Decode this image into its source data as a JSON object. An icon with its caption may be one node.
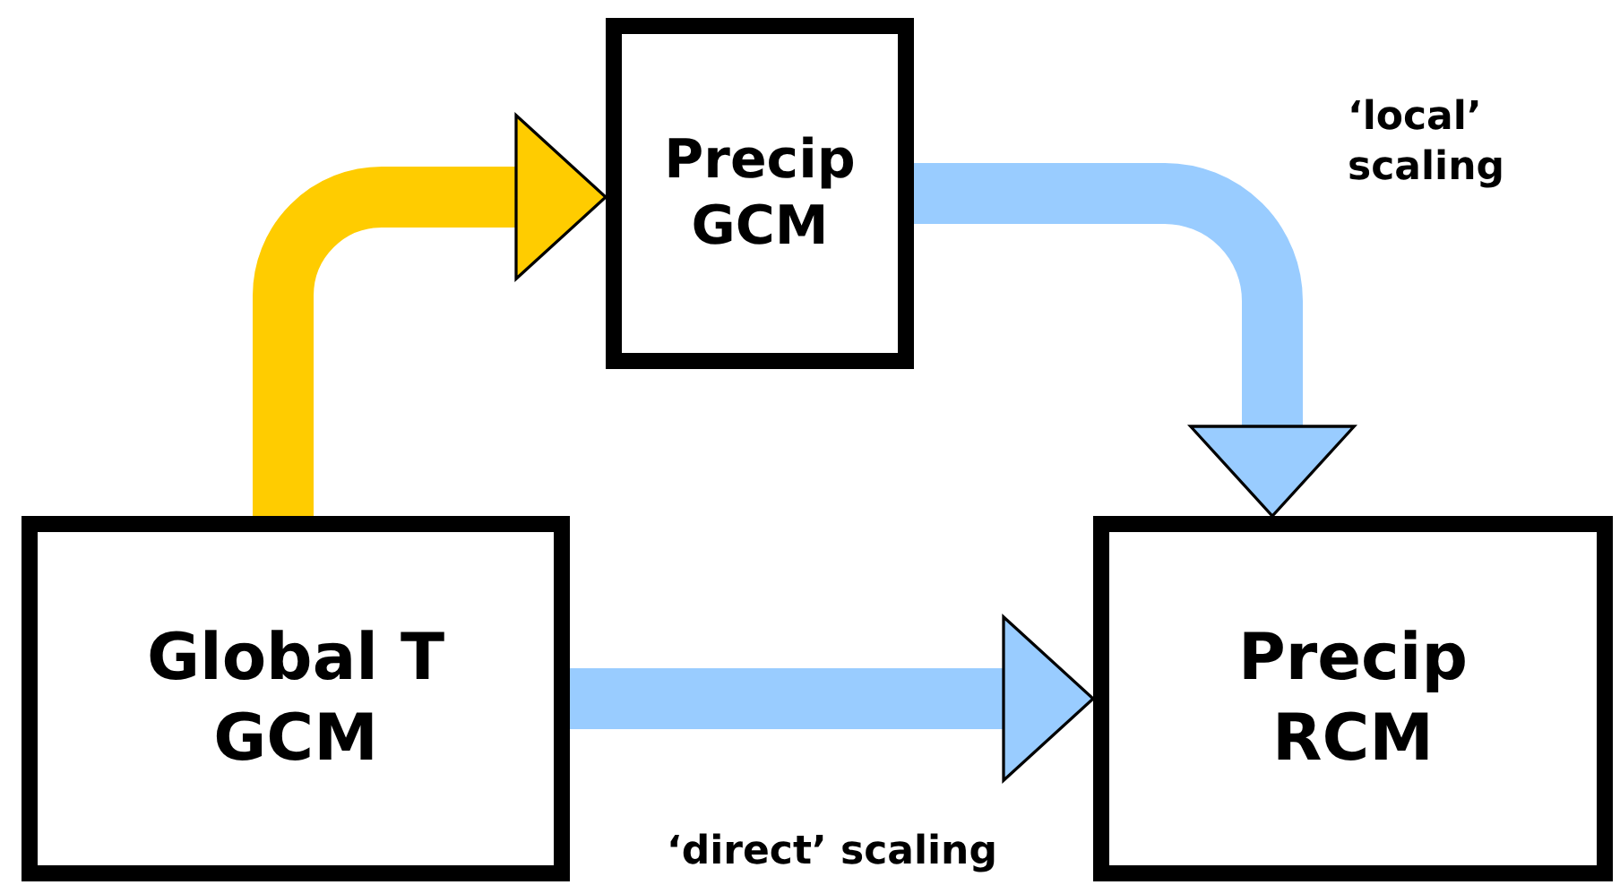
{
  "diagram": {
    "nodes": [
      {
        "text": [
          "Precip GCM"
        ]
      },
      {
        "text": [
          "Global T GCM"
        ]
      },
      {
        "text": [
          "Precip RCM"
        ]
      }
    ],
    "edges": [
      {
        "from": 1,
        "to": 0,
        "arrow": "to",
        "color": "#ffcc00"
      },
      {
        "from": 0,
        "to": 2,
        "arrow": "to",
        "label": "‘local’ scaling"
      },
      {
        "from": 1,
        "to": 2,
        "arrow": "to",
        "label": "‘direct’ scaling"
      }
    ]
  }
}
